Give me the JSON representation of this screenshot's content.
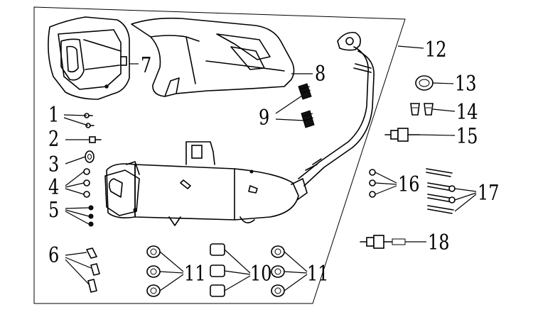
{
  "diagram": {
    "type": "exploded-parts-diagram",
    "callouts": [
      {
        "id": "c1",
        "text": "1"
      },
      {
        "id": "c2",
        "text": "2"
      },
      {
        "id": "c3",
        "text": "3"
      },
      {
        "id": "c4",
        "text": "4"
      },
      {
        "id": "c5",
        "text": "5"
      },
      {
        "id": "c6",
        "text": "6"
      },
      {
        "id": "c7",
        "text": "7"
      },
      {
        "id": "c8",
        "text": "8"
      },
      {
        "id": "c9",
        "text": "9"
      },
      {
        "id": "c10",
        "text": "10"
      },
      {
        "id": "c11a",
        "text": "11"
      },
      {
        "id": "c11b",
        "text": "11"
      },
      {
        "id": "c12",
        "text": "12"
      },
      {
        "id": "c13",
        "text": "13"
      },
      {
        "id": "c14",
        "text": "14"
      },
      {
        "id": "c15",
        "text": "15"
      },
      {
        "id": "c16",
        "text": "16"
      },
      {
        "id": "c17",
        "text": "17"
      },
      {
        "id": "c18",
        "text": "18"
      }
    ]
  }
}
